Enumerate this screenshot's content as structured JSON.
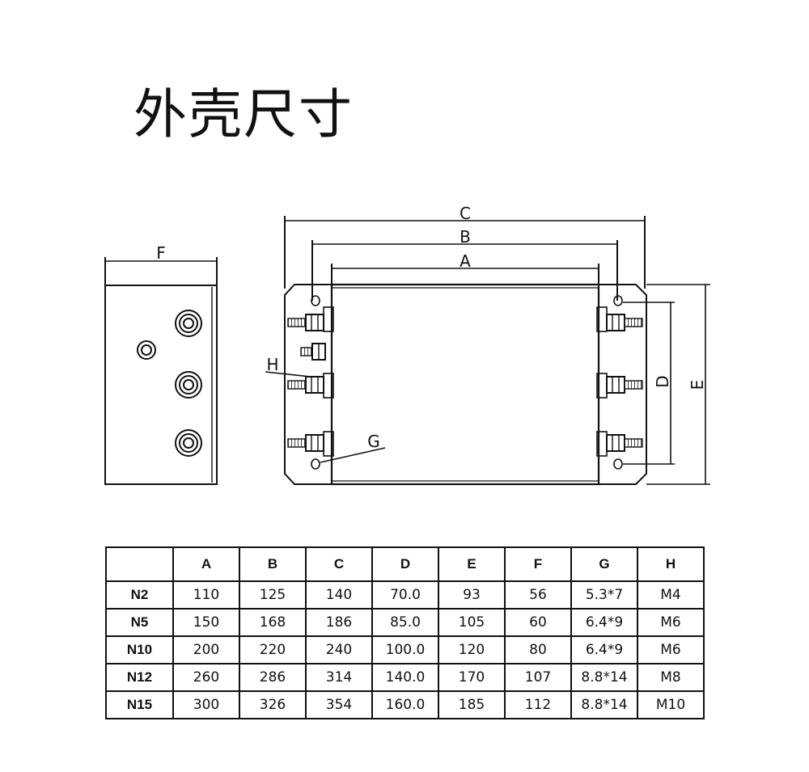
{
  "title": "外壳尺寸",
  "diagram": {
    "side_view": {
      "dim_label": "F"
    },
    "front_view": {
      "labels": {
        "C": "C",
        "B": "B",
        "A": "A",
        "D": "D",
        "E": "E",
        "G": "G",
        "H": "H"
      }
    }
  },
  "table": {
    "headers": [
      "",
      "A",
      "B",
      "C",
      "D",
      "E",
      "F",
      "G",
      "H"
    ],
    "rows": [
      [
        "N2",
        "110",
        "125",
        "140",
        "70.0",
        "93",
        "56",
        "5.3*7",
        "M4"
      ],
      [
        "N5",
        "150",
        "168",
        "186",
        "85.0",
        "105",
        "60",
        "6.4*9",
        "M6"
      ],
      [
        "N10",
        "200",
        "220",
        "240",
        "100.0",
        "120",
        "80",
        "6.4*9",
        "M6"
      ],
      [
        "N12",
        "260",
        "286",
        "314",
        "140.0",
        "170",
        "107",
        "8.8*14",
        "M8"
      ],
      [
        "N15",
        "300",
        "326",
        "354",
        "160.0",
        "185",
        "112",
        "8.8*14",
        "M10"
      ]
    ]
  }
}
